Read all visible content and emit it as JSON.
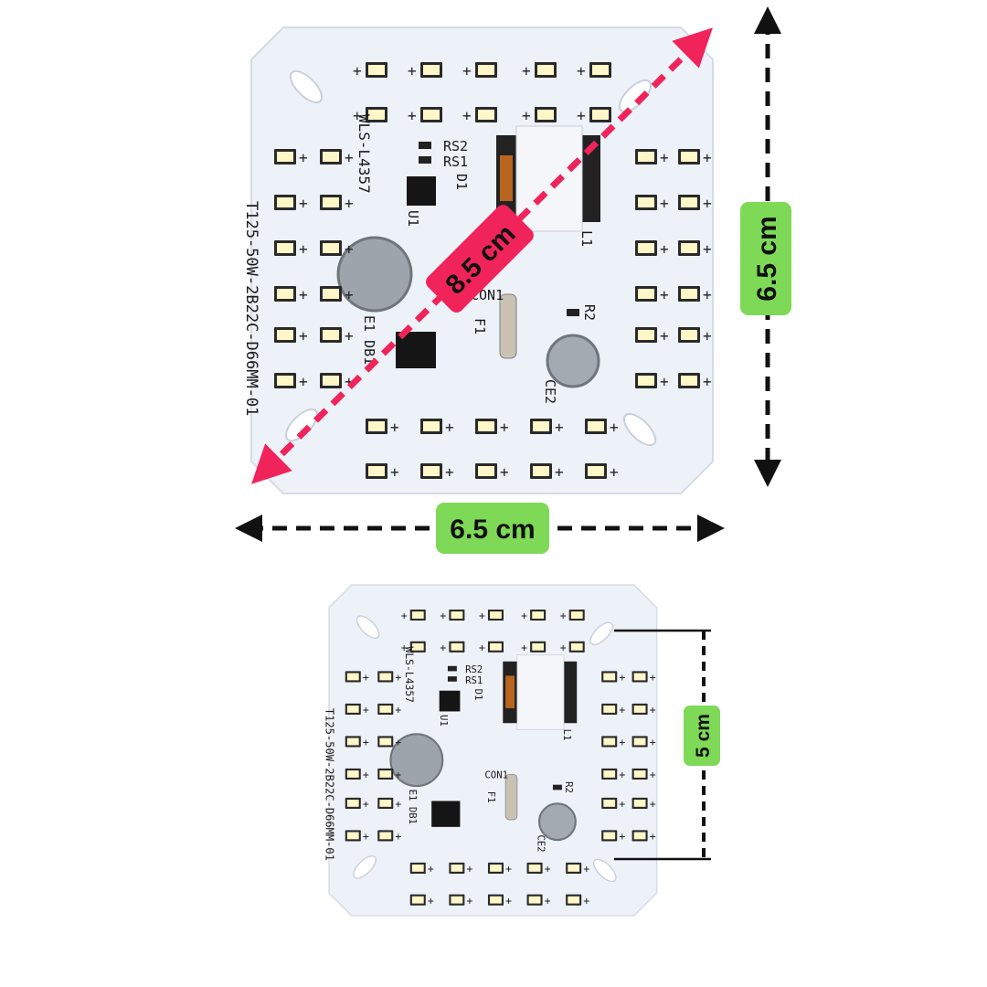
{
  "product": {
    "board_labels": {
      "model": "WLS-L4357",
      "part_number": "T125-50W-2B22C-D66MM-01",
      "rs2": "RS2",
      "rs1": "RS1",
      "d1": "D1",
      "u1": "U1",
      "l1": "L1",
      "con1": "CON1",
      "f1": "F1",
      "r2": "R2",
      "ce2": "CE2",
      "e1_db1": "E1 DB1",
      "plus": "+"
    }
  },
  "dimensions": {
    "diagonal": "8.5 cm",
    "height": "6.5 cm",
    "width": "6.5 cm",
    "hole_spacing": "5 cm"
  },
  "colors": {
    "diagonal_accent": "#f0245a",
    "label_green": "#7ed957",
    "board": "#edf1f8"
  }
}
